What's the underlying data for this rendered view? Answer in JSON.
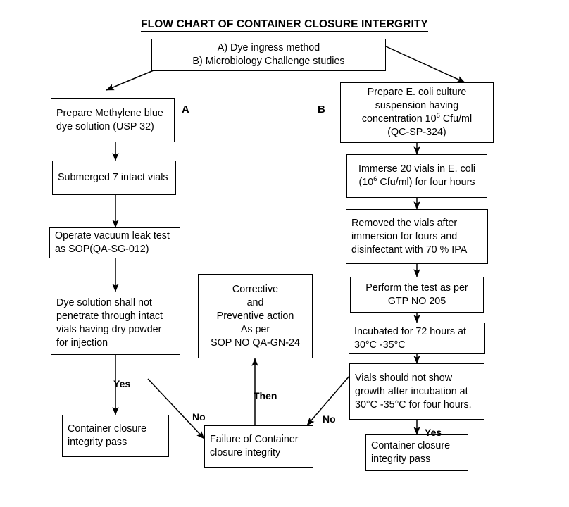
{
  "title": "FLOW CHART OF CONTAINER CLOSURE INTERGRITY",
  "branch_labels": {
    "a": "A",
    "b": "B"
  },
  "nodes": {
    "start": "A) Dye ingress method\nB) Microbiology Challenge studies",
    "a1": "Prepare Methylene blue dye solution (USP 32)",
    "a2": "Submerged 7 intact vials",
    "a3": "Operate vacuum leak test as SOP(QA-SG-012)",
    "a4": "Dye solution shall   not penetrate through intact vials having dry powder for injection",
    "a5": "Container closure integrity pass",
    "capa": "Corrective\nand\nPreventive action\nAs per\nSOP NO QA-GN-24",
    "failure": "Failure of Container closure integrity",
    "b1_pre": "Prepare E. coli culture\nsuspension having\nconcentration 10",
    "b1_sup": "6",
    "b1_post": " Cfu/ml\n(QC-SP-324)",
    "b2_pre": "Immerse 20 vials in   E. coli\n(10",
    "b2_sup": "6",
    "b2_post": " Cfu/ml) for four hours",
    "b3": "Removed the vials after immersion for fours and disinfectant with 70 % IPA",
    "b4": "Perform the test as per GTP NO 205",
    "b5": "Incubated for 72 hours at 30°C -35°C",
    "b6": "Vials should not show growth after incubation at 30°C -35°C for four hours.",
    "b7": "Container closure integrity pass"
  },
  "edge_labels": {
    "yes_left": "Yes",
    "no_left": "No",
    "then": "Then",
    "no_right": "No",
    "yes_right": "Yes"
  },
  "colors": {
    "stroke": "#000000",
    "background": "#ffffff"
  }
}
